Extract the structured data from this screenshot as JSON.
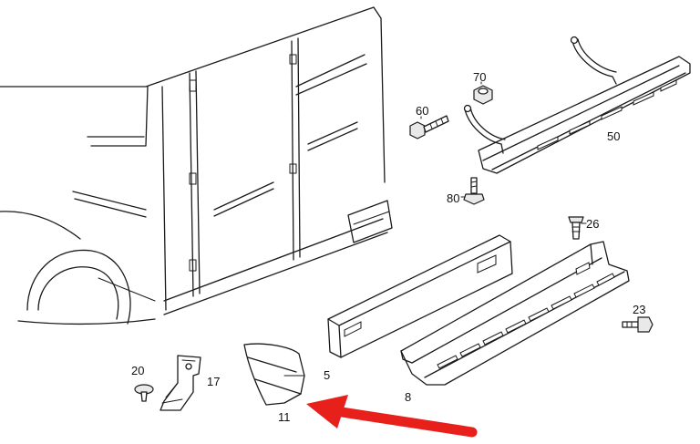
{
  "diagram": {
    "parts": [
      {
        "id": "part-50",
        "number": "50"
      },
      {
        "id": "part-70",
        "number": "70"
      },
      {
        "id": "part-60",
        "number": "60"
      },
      {
        "id": "part-80",
        "number": "80"
      },
      {
        "id": "part-26",
        "number": "26"
      },
      {
        "id": "part-23",
        "number": "23"
      },
      {
        "id": "part-20",
        "number": "20"
      },
      {
        "id": "part-17",
        "number": "17"
      },
      {
        "id": "part-5",
        "number": "5"
      },
      {
        "id": "part-8",
        "number": "8"
      },
      {
        "id": "part-11",
        "number": "11"
      }
    ],
    "highlight": {
      "target": "11",
      "arrow_color": "#e8201c"
    }
  }
}
